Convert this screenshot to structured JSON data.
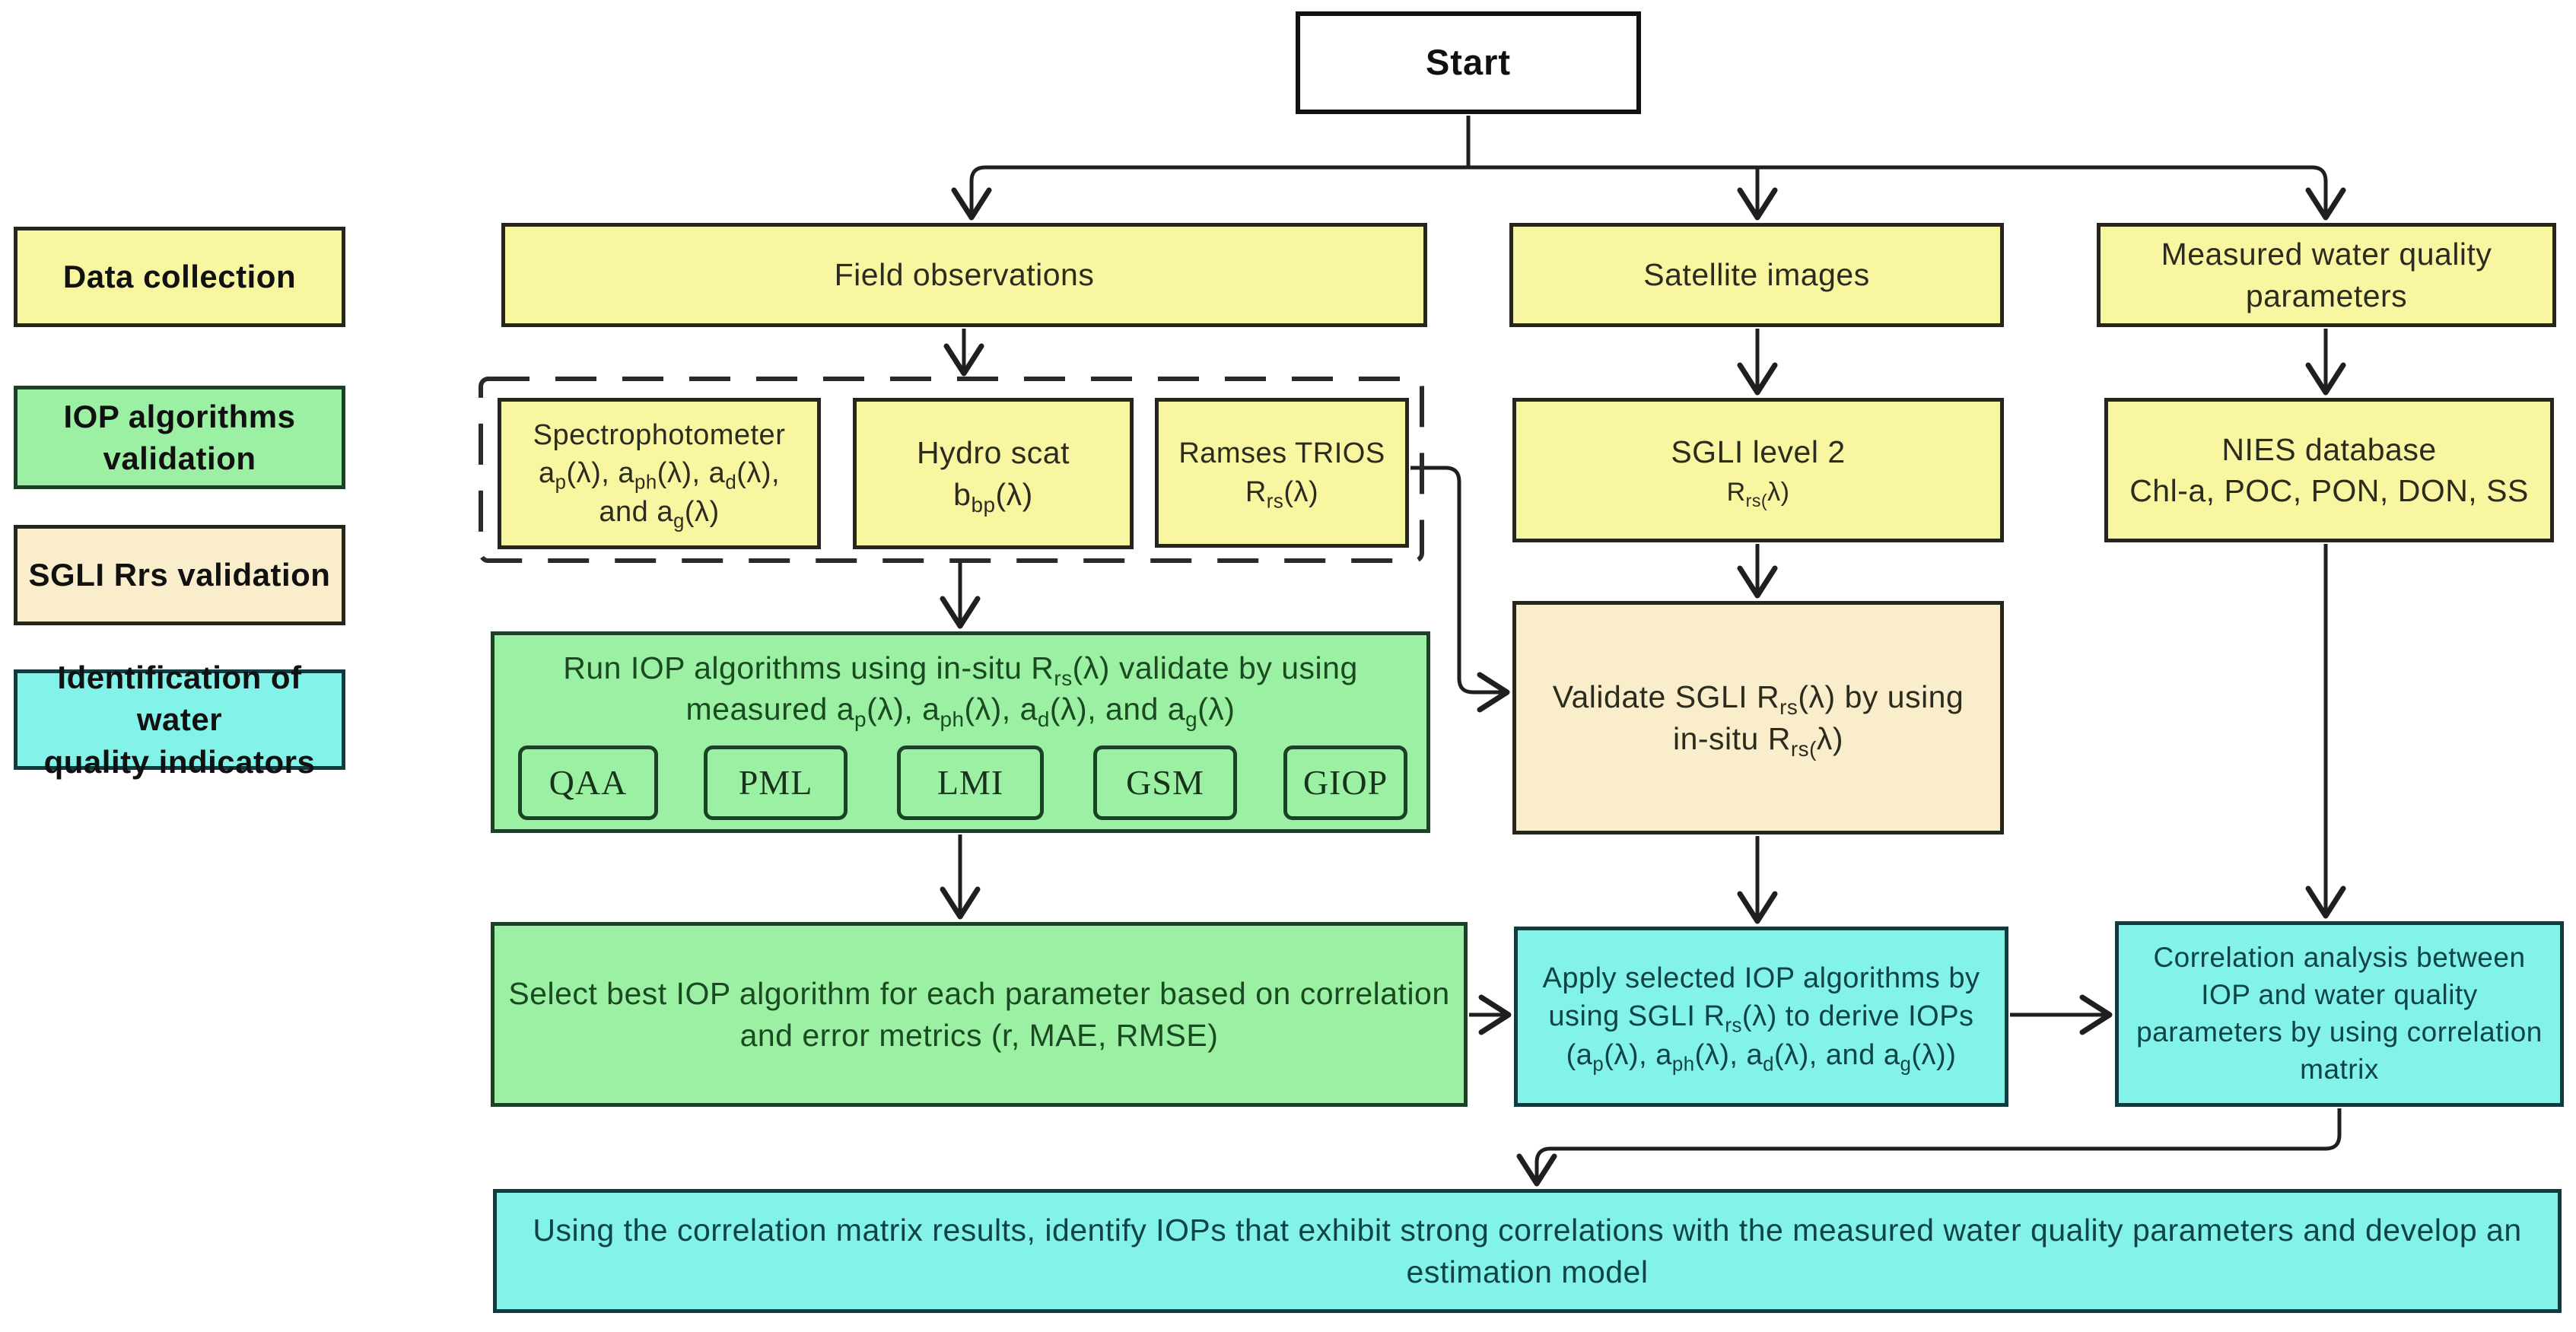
{
  "palette": {
    "white": "#ffffff",
    "yellow": "#f8f6a0",
    "green": "#9bf0a3",
    "cream": "#f9edcc",
    "cyan": "#83f3e9",
    "line": "#1f1f1f",
    "border_dark": "#26261c",
    "border_green": "#1d4126",
    "border_cyan": "#123b3f",
    "text_dark": "#2c2c1e",
    "text_green": "#1a4a21",
    "text_cyan": "#0e4347"
  },
  "legend": {
    "items": [
      {
        "label": "Data collection",
        "color_key": "yellow"
      },
      {
        "label": "IOP algorithms validation",
        "color_key": "green"
      },
      {
        "label": "SGLI Rrs validation",
        "color_key": "cream"
      },
      {
        "label": "Identification of water\nquality indicators",
        "color_key": "cyan"
      }
    ]
  },
  "flow": {
    "start": "Start",
    "field_observations": "Field observations",
    "satellite_images": "Satellite images",
    "measured_wq": "Measured water quality\nparameters",
    "spectrophotometer": "Spectrophotometer\na~p~(λ), a~ph~(λ), a~d~(λ),\nand a~g~(λ)",
    "hydro_scat": "Hydro scat\nb~bp~(λ)",
    "ramses_trios": "Ramses  TRIOS\nR~rs~(λ)",
    "sgli_level2_title": "SGLI level 2",
    "sgli_level2_sub": "R~rs(~λ)",
    "nies_database": "NIES database\nChl-a, POC, PON, DON, SS",
    "run_iop_algorithms": "Run  IOP algorithms using in-situ R~rs~(λ) validate by using\nmeasured a~p~(λ), a~ph~(λ), a~d~(λ), and a~g~(λ)",
    "algorithms": [
      "QAA",
      "PML",
      "LMI",
      "GSM",
      "GIOP"
    ],
    "validate_sgli": "Validate SGLI R~rs~(λ) by using\nin-situ R~rs(~λ)",
    "select_best_iop": "Select best IOP algorithm for each parameter based on correlation\nand error metrics (r, MAE, RMSE)",
    "apply_selected_iop": "Apply selected IOP algorithms by\nusing SGLI R~rs~(λ) to derive IOPs\n(a~p~(λ), a~ph~(λ), a~d~(λ), and a~g~(λ))",
    "correlation_analysis": "Correlation analysis between\nIOP and water quality\nparameters by using correlation\nmatrix",
    "identify_model": "Using the correlation matrix results, identify IOPs that exhibit strong correlations with the measured water quality parameters and develop an\nestimation model"
  }
}
